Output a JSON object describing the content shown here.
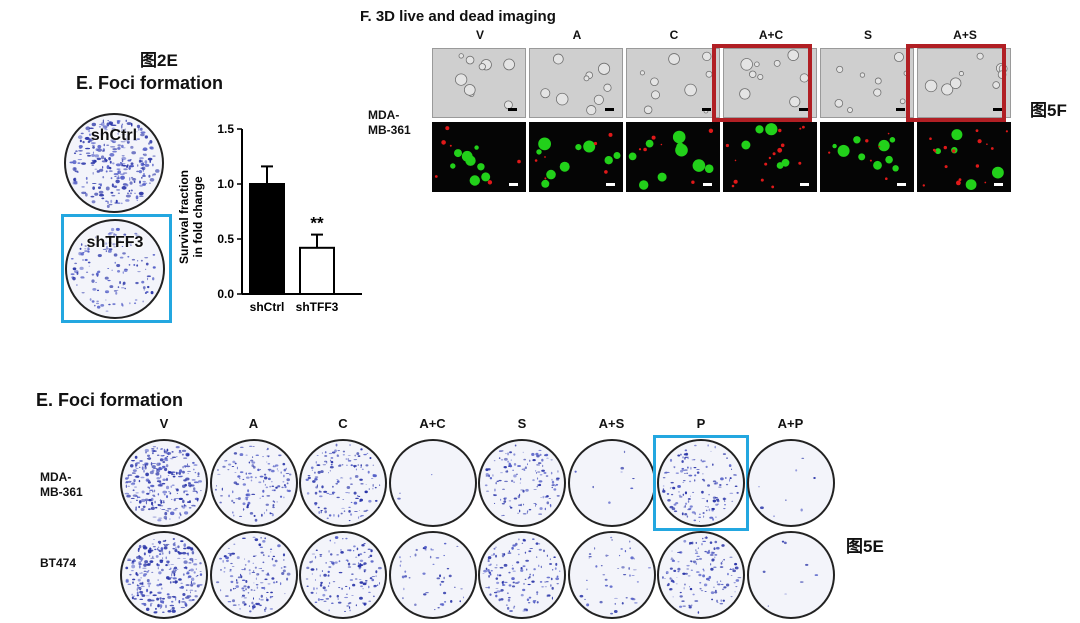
{
  "fig2e": {
    "tag": "图2E",
    "title": "E. Foci formation",
    "dishes": [
      {
        "label": "shCtrl",
        "density": "high"
      },
      {
        "label": "shTFF3",
        "density": "medium",
        "highlighted": true
      }
    ],
    "highlight_color": "#23a7e0"
  },
  "chart_data": {
    "type": "bar",
    "categories": [
      "shCtrl",
      "shTFF3"
    ],
    "values": [
      1.0,
      0.42
    ],
    "error": [
      0.16,
      0.12
    ],
    "bar_fill": [
      "#000000",
      "#ffffff"
    ],
    "ylabel_line1": "Survival fraction",
    "ylabel_line2": "in fold change",
    "yticks": [
      "0.0",
      "0.5",
      "1.0",
      "1.5"
    ],
    "ylim": [
      0,
      1.5
    ],
    "annotation": "**",
    "annotation_on": "shTFF3"
  },
  "fig5f": {
    "title": "F. 3D live and dead imaging",
    "columns": [
      "V",
      "A",
      "C",
      "A+C",
      "S",
      "A+S"
    ],
    "highlighted_columns": [
      "A+C",
      "A+S"
    ],
    "highlight_color": "#b11f24",
    "row_label_line1": "MDA-",
    "row_label_line2": "MB-361",
    "tag": "图5F",
    "live_color": "#22d11a",
    "dead_color": "#e01919"
  },
  "fig5e": {
    "title": "E. Foci formation",
    "columns": [
      "V",
      "A",
      "C",
      "A+C",
      "S",
      "A+S",
      "P",
      "A+P"
    ],
    "rows": [
      {
        "label_line1": "MDA-",
        "label_line2": "MB-361",
        "densities": [
          "high",
          "medium",
          "medium",
          "none",
          "medium",
          "trace",
          "medium",
          "trace"
        ]
      },
      {
        "label_line1": "BT474",
        "label_line2": "",
        "densities": [
          "high",
          "medium",
          "medium",
          "low",
          "medium",
          "low",
          "medium",
          "trace"
        ]
      }
    ],
    "highlighted_cell": "MDA-MB-361 / P",
    "highlight_color": "#23a7e0",
    "tag": "图5E"
  }
}
